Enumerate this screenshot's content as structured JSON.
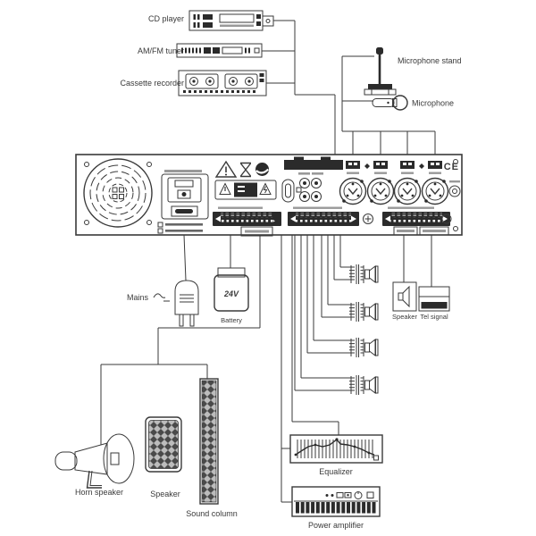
{
  "labels": {
    "cd_player": "CD player",
    "am_fm_tuner": "AM/FM tuner",
    "cassette_recorder": "Cassette recorder",
    "microphone_stand": "Microphone stand",
    "microphone": "Microphone",
    "mains": "Mains",
    "battery_voltage": "24V",
    "battery": "Battery",
    "line_speaker": "Speaker",
    "tel_signal": "Tel signal",
    "horn_speaker": "Horn speaker",
    "cabinet_speaker": "Speaker",
    "sound_column": "Sound column",
    "equalizer": "Equalizer",
    "power_amplifier": "Power amplifier",
    "ce_mark": "CE"
  },
  "colors": {
    "line": "#3a3a3a",
    "dark_fill": "#2b2b2b",
    "label_text": "#3a3a3a",
    "background": "#ffffff",
    "grille_light": "#bcbcbc",
    "grille_dark": "#4a4a4a"
  }
}
